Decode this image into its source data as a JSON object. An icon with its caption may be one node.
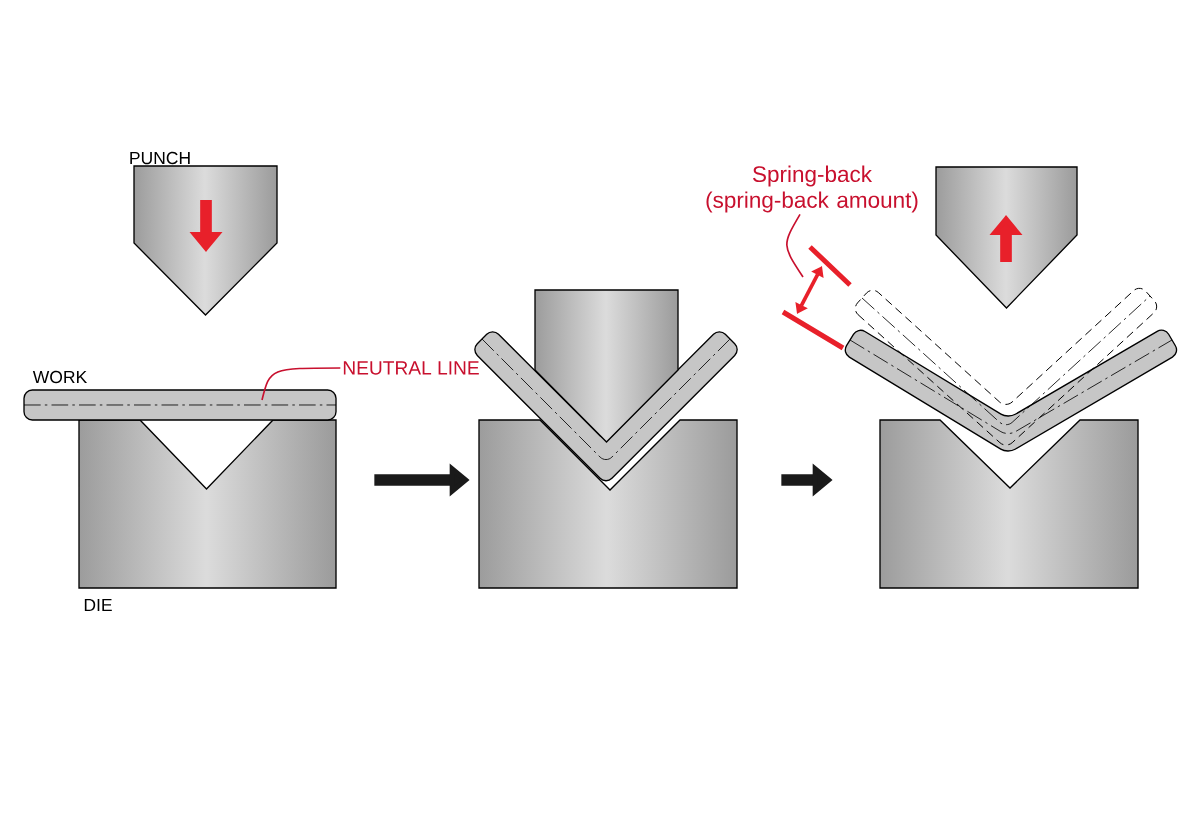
{
  "diagram": {
    "nodes": [
      {
        "text": [],
        "shape": "picture",
        "beside": [
          "PUNCH",
          "DIE"
        ]
      },
      {
        "text": [],
        "shape": "picture"
      },
      {
        "text": [],
        "shape": "picture"
      },
      {
        "text": [
          "NEUTRAL LINE"
        ]
      },
      {
        "text": [
          "Spring-back (spring-back amount)"
        ]
      }
    ],
    "edges": [
      {
        "from": 0,
        "to": 1,
        "arrow": "to",
        "style": "thick"
      },
      {
        "from": 1,
        "to": 2,
        "arrow": "to",
        "style": "thick"
      },
      {
        "from": 3,
        "to": 0,
        "arrow": "none",
        "color": "#c8102e"
      },
      {
        "from": 4,
        "to": null,
        "arrow": "none",
        "color": "#c8102e"
      }
    ],
    "labels": [
      "WORK"
    ]
  }
}
